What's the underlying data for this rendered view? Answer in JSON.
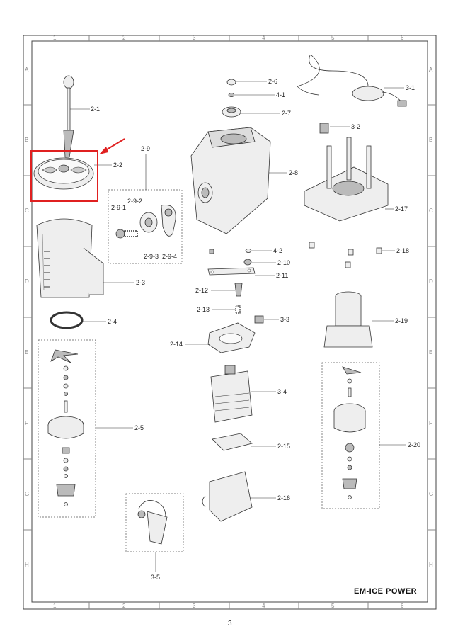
{
  "grid": {
    "columns": [
      "1",
      "2",
      "3",
      "4",
      "5",
      "6"
    ],
    "rows": [
      "A",
      "B",
      "C",
      "D",
      "E",
      "F",
      "G",
      "H"
    ]
  },
  "title": "EM-ICE POWER",
  "page_number": "3",
  "highlight_color": "#e02020",
  "parts": {
    "p2_1": "2-1",
    "p2_2": "2-2",
    "p2_3": "2-3",
    "p2_4": "2-4",
    "p2_5": "2-5",
    "p2_6": "2-6",
    "p4_1": "4-1",
    "p2_7": "2-7",
    "p2_8": "2-8",
    "p2_9": "2-9",
    "p2_9_1": "2-9-1",
    "p2_9_2": "2-9-2",
    "p2_9_3": "2-9-3",
    "p2_9_4": "2-9-4",
    "p3_1": "3-1",
    "p3_2": "3-2",
    "p2_17": "2-17",
    "p2_18": "2-18",
    "p4_2": "4-2",
    "p2_10": "2-10",
    "p2_11": "2-11",
    "p2_12": "2-12",
    "p2_13": "2-13",
    "p3_3": "3-3",
    "p2_14": "2-14",
    "p3_4": "3-4",
    "p2_15": "2-15",
    "p2_16": "2-16",
    "p3_5": "3-5",
    "p2_19": "2-19",
    "p2_20": "2-20"
  }
}
